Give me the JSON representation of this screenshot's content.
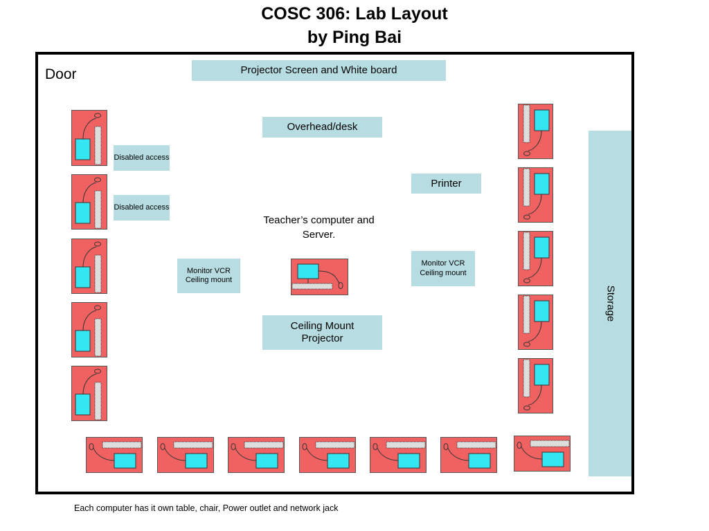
{
  "title_line1": "COSC 306: Lab Layout",
  "title_line2": "by Ping Bai",
  "door": "Door",
  "projector_screen": "Projector Screen and White board",
  "overhead": "Overhead/desk",
  "printer": "Printer",
  "disabled_access": [
    "Disabled access",
    "Disabled access"
  ],
  "teacher_computer": "Teacher’s computer and Server.",
  "monitor_left": "Monitor VCR Ceiling mount",
  "monitor_right": "Monitor VCR Ceiling mount",
  "ceiling_projector": "Ceiling Mount Projector",
  "storage": "Storage",
  "footnote": "Each computer has it own table, chair, Power outlet and network jack",
  "colors": {
    "table": "#f06262",
    "monitor": "#33e6f2",
    "label_bg": "#b7dde2",
    "keyboard": "#dddddd"
  },
  "station_count": {
    "left_column": 5,
    "right_column": 5,
    "bottom_row": 7,
    "teacher": 1
  }
}
